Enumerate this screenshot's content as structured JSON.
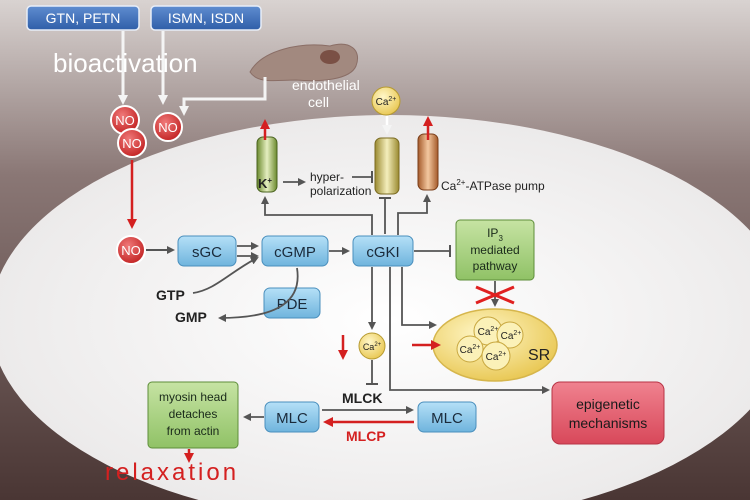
{
  "drugs": {
    "organic_nitrates": "GTN, PETN",
    "mononitrates": "ISMN, ISDN"
  },
  "bioactivation": "bioactivation",
  "endothelial_cell": {
    "line1": "endothelial",
    "line2": "cell"
  },
  "no_label": "NO",
  "nodes": {
    "sgc": "sGC",
    "cgmp": "cGMP",
    "cgki": "cGKI",
    "pde": "PDE",
    "mlc_left": "MLC",
    "mlc_right": "MLC",
    "ip3": {
      "line1": "IP",
      "sub": "3",
      "line2": "mediated",
      "line3": "pathway"
    },
    "myosin": {
      "line1": "myosin head",
      "line2": "detaches",
      "line3": "from actin"
    },
    "epigenetic": {
      "line1": "epigenetic",
      "line2": "mechanisms"
    }
  },
  "gtp": "GTP",
  "gmp": "GMP",
  "hyperpolarization": {
    "line1": "hyper-",
    "line2": "polarization"
  },
  "k_channel": "K",
  "k_sup": "+",
  "ca_label": "Ca",
  "ca_sup": "2+",
  "ca_atpase_pump": {
    "prefix": "Ca",
    "sup": "2+",
    "rest": "-ATPase pump"
  },
  "sr": "SR",
  "mlck": "MLCK",
  "mlcp": "MLCP",
  "relaxation": "relaxation",
  "colors": {
    "no_red": "#d42a2a",
    "drug_blue": "#3f6fb8",
    "node_blue": "#8cc8ea",
    "node_green": "#a8d27e",
    "epigenetic_pink": "#e05a6a",
    "sr_yellow": "#f6e08a",
    "arrow_red": "#d42020",
    "arrow_gray": "#555555"
  }
}
